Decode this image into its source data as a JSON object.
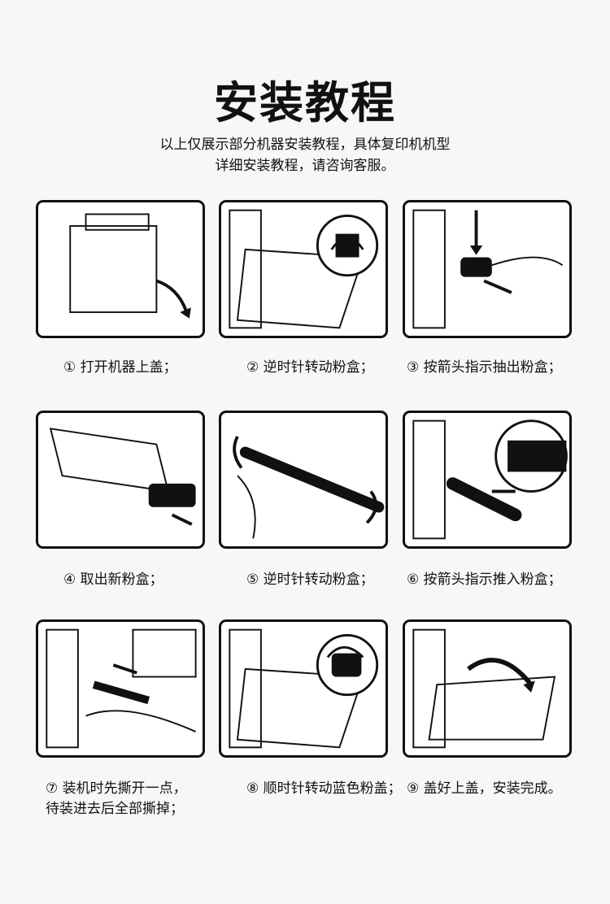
{
  "title": "安装教程",
  "subtitle": [
    "以上仅展示部分机器安装教程，具体复印机机型",
    "详细安装教程，请咨询客服。"
  ],
  "steps": [
    {
      "caption": "① 打开机器上盖；",
      "icon": "open-cover-illustration"
    },
    {
      "caption": "② 逆时针转动粉盒；",
      "icon": "rotate-counterclockwise-illustration"
    },
    {
      "caption": "③ 按箭头指示抽出粉盒；",
      "icon": "pull-out-cartridge-illustration"
    },
    {
      "caption": "④ 取出新粉盒；",
      "icon": "take-new-cartridge-illustration"
    },
    {
      "caption": "⑤ 逆时针转动粉盒；",
      "icon": "shake-cartridge-illustration"
    },
    {
      "caption": "⑥ 按箭头指示推入粉盒；",
      "icon": "push-in-cartridge-illustration"
    },
    {
      "caption": "⑦ 装机时先撕开一点，",
      "caption2": "待装进去后全部撕掉；",
      "icon": "remove-seal-illustration"
    },
    {
      "caption": "⑧ 顺时针转动蓝色粉盖；",
      "icon": "rotate-clockwise-illustration"
    },
    {
      "caption": "⑨ 盖好上盖，安装完成。",
      "icon": "close-cover-illustration"
    }
  ]
}
